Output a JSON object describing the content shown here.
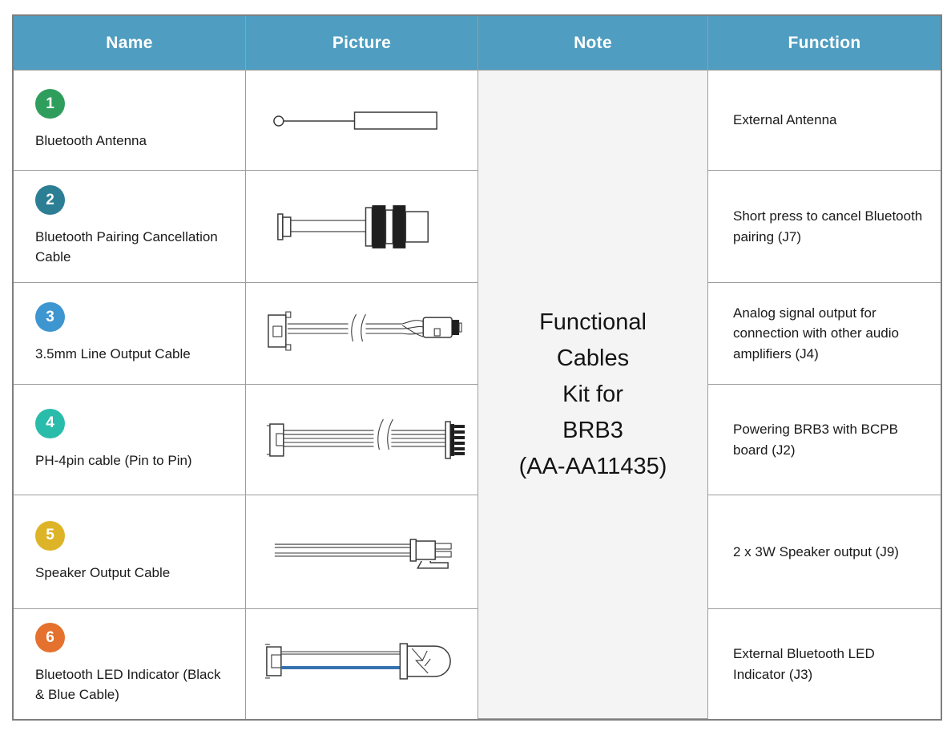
{
  "table": {
    "headers": [
      "Name",
      "Picture",
      "Note",
      "Function"
    ],
    "header_bg": "#4f9dc0",
    "note": {
      "bg": "#f5f4f4",
      "lines": [
        "Functional",
        "Cables",
        "Kit for",
        "BRB3",
        "(AA-AA11435)"
      ]
    },
    "rows": [
      {
        "number": "1",
        "badge_color": "#2f9e5c",
        "name": "Bluetooth Antenna",
        "picture_icon": "bluetooth-antenna-line-drawing",
        "function": "External Antenna"
      },
      {
        "number": "2",
        "badge_color": "#2c7e94",
        "name": "Bluetooth Pairing Cancellation Cable",
        "picture_icon": "pairing-cancellation-cable-line-drawing",
        "function": "Short press to cancel Bluetooth pairing (J7)"
      },
      {
        "number": "3",
        "badge_color": "#3d96d0",
        "name": "3.5mm Line Output Cable",
        "picture_icon": "line-output-cable-line-drawing",
        "function": "Analog signal output for connection with other audio amplifiers (J4)"
      },
      {
        "number": "4",
        "badge_color": "#29bcab",
        "name": "PH-4pin cable (Pin to Pin)",
        "picture_icon": "ph-4pin-cable-line-drawing",
        "function": "Powering BRB3 with BCPB board (J2)"
      },
      {
        "number": "5",
        "badge_color": "#ddb427",
        "name": "Speaker Output Cable",
        "picture_icon": "speaker-output-cable-line-drawing",
        "function": "2 x 3W Speaker output (J9)"
      },
      {
        "number": "6",
        "badge_color": "#e4712e",
        "name": "Bluetooth LED Indicator (Black & Blue Cable)",
        "picture_icon": "bluetooth-led-indicator-line-drawing",
        "function": "External Bluetooth LED Indicator (J3)"
      }
    ]
  }
}
